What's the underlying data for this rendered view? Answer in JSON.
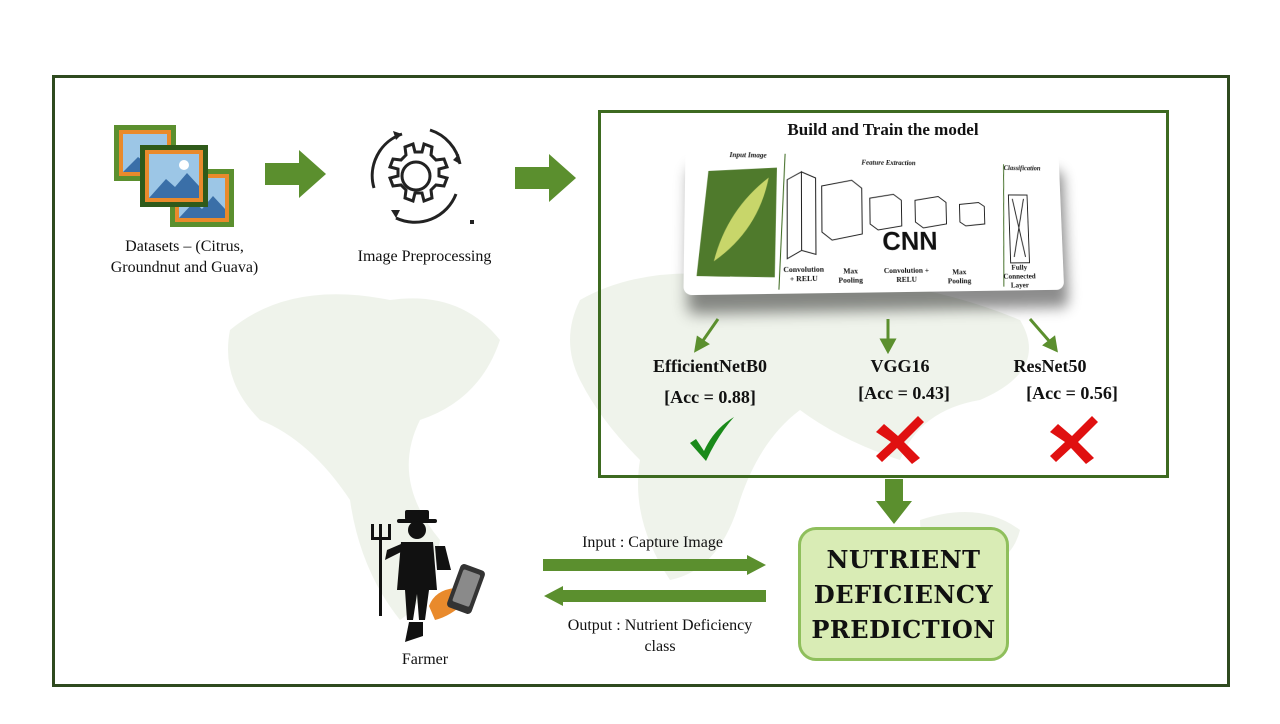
{
  "datasets": {
    "label_line1": "Datasets – (Citrus,",
    "label_line2": "Groundnut and Guava)"
  },
  "preprocessing": {
    "label": "Image Preprocessing"
  },
  "model_box": {
    "title": "Build and Train the model",
    "cnn_image": {
      "section_input": "Input Image",
      "section_features": "Feature Extraction",
      "section_class": "Classification",
      "conv1": [
        "Convolution",
        "+ RELU"
      ],
      "pool1": [
        "Max",
        "Pooling"
      ],
      "conv2": [
        "Convolution +",
        "RELU"
      ],
      "pool2": [
        "Max",
        "Pooling"
      ],
      "fc": [
        "Fully",
        "Connected",
        "Layer"
      ],
      "center_word": "CNN"
    },
    "models": [
      {
        "name": "EfficientNetB0",
        "accuracy": "[Acc = 0.88]",
        "result": "selected-check"
      },
      {
        "name": "VGG16",
        "accuracy": "[Acc = 0.43]",
        "result": "rejected-cross"
      },
      {
        "name": "ResNet50",
        "accuracy": "[Acc = 0.56]",
        "result": "rejected-cross"
      }
    ]
  },
  "prediction": {
    "line1": "NUTRIENT",
    "line2": "DEFICIENCY",
    "line3": "PREDICTION"
  },
  "farmer": {
    "label": "Farmer"
  },
  "io": {
    "input_label": "Input : Capture Image",
    "output_line1": "Output : Nutrient Deficiency",
    "output_line2": "class"
  },
  "colors": {
    "frame": "#2f4a1f",
    "arrow": "#5b8f2e",
    "check": "#1a8a1a",
    "cross": "#e01010",
    "prediction_fill": "#d9ecb5"
  },
  "icons": [
    "image-stack-icon",
    "gear-cycle-icon",
    "leaf-photo",
    "check-icon",
    "cross-icon",
    "farmer-icon",
    "phone-icon",
    "pitchfork-icon"
  ]
}
